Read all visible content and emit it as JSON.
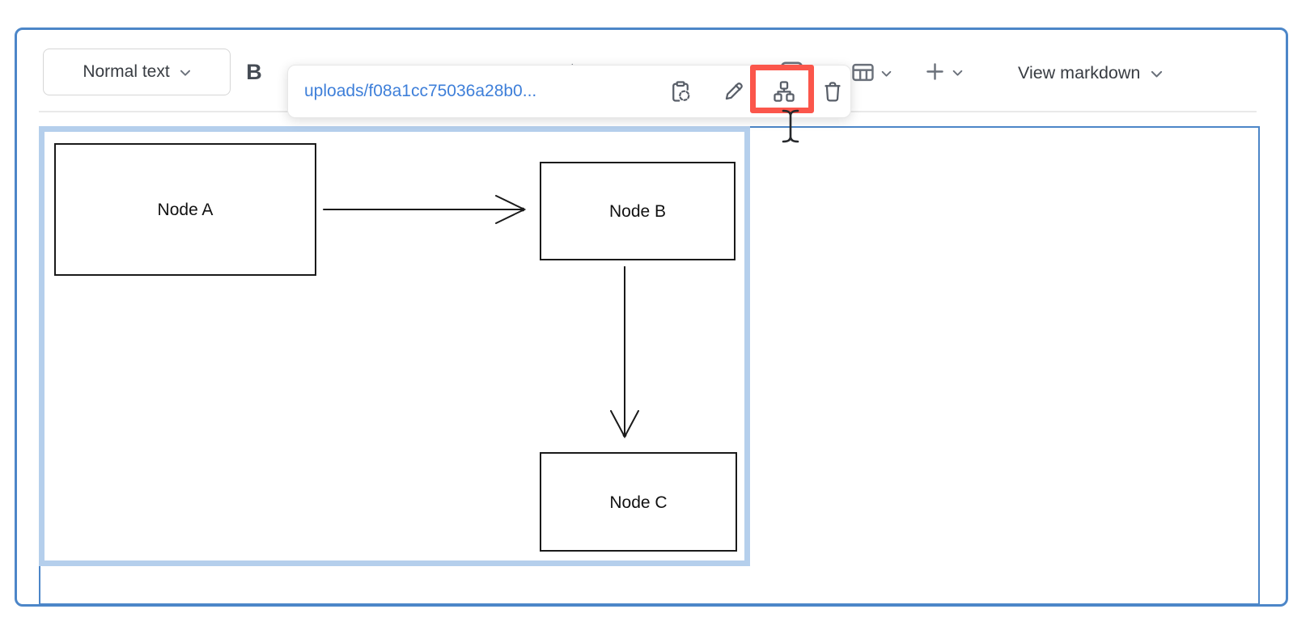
{
  "toolbar": {
    "text_style_label": "Normal text",
    "bold_label": "B",
    "hidden_icons": [
      "italic",
      "strikethrough",
      "code",
      "link",
      "bullet-list",
      "ordered-list",
      "task-list",
      "quote",
      "attachment",
      "image"
    ],
    "table_button": "insert-table",
    "plus_button": "more-options",
    "view_markdown_label": "View markdown"
  },
  "link_popup": {
    "url_text": "uploads/f08a1cc75036a28b0...",
    "actions": [
      "copy-to-clipboard",
      "edit-link",
      "edit-diagram",
      "delete"
    ],
    "highlighted_action": "edit-diagram",
    "highlight_color": "#fb564b"
  },
  "canvas": {
    "selected_block": "diagram-image",
    "diagram_nodes": [
      {
        "id": "A",
        "label": "Node A"
      },
      {
        "id": "B",
        "label": "Node B"
      },
      {
        "id": "C",
        "label": "Node C"
      }
    ],
    "diagram_edges": [
      {
        "from": "A",
        "to": "B"
      },
      {
        "from": "B",
        "to": "C"
      }
    ]
  },
  "cursor": {
    "type": "text-ibeam"
  },
  "colors": {
    "frame_border": "#4c86c8",
    "selection_band": "#b5cfec",
    "link_blue": "#3e7fd9",
    "highlight_red": "#fb564b",
    "icon_gray": "#6a707a",
    "node_stroke": "#1a1a1a"
  }
}
